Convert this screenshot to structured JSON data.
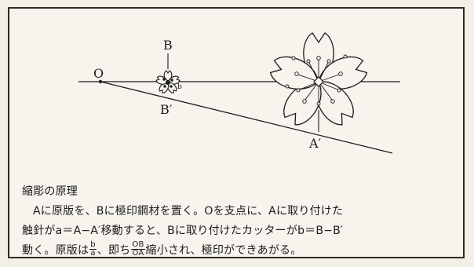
{
  "diagram": {
    "labels": {
      "o": "O",
      "b": "B",
      "b_prime": "B′",
      "a_prime": "A′"
    }
  },
  "caption": {
    "title": "縮彫の原理",
    "line1": "Aに原版を、Bに極印鋼材を置く。Oを支点に、Aに取り付けた",
    "line2": "触針がa＝A−A′移動すると、Bに取り付けたカッターがb＝B−B′",
    "line3_a": "動く。原版は",
    "frac1_num": "b",
    "frac1_den": "a",
    "line3_b": "、即ち",
    "frac2_num": "OB",
    "frac2_den": "OA",
    "line3_c": "縮小され、極印ができあがる。"
  }
}
